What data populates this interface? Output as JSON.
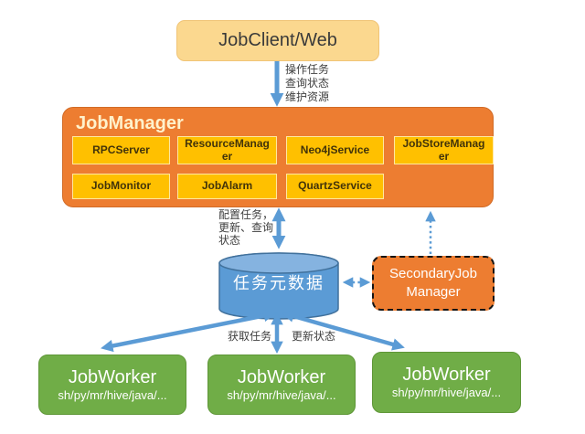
{
  "client": {
    "label": "JobClient/Web"
  },
  "manager": {
    "title": "JobManager",
    "services_row1": [
      "RPCServer",
      "ResourceManag\ner",
      "Neo4jService",
      "JobStoreManag\ner"
    ],
    "services_row2": [
      "JobMonitor",
      "JobAlarm",
      "QuartzService"
    ]
  },
  "database": {
    "label": "任务元数据"
  },
  "secondary_manager": {
    "label": "SecondaryJob Manager"
  },
  "workers": [
    {
      "title": "JobWorker",
      "subtitle": "sh/py/mr/hive/java/..."
    },
    {
      "title": "JobWorker",
      "subtitle": "sh/py/mr/hive/java/..."
    },
    {
      "title": "JobWorker",
      "subtitle": "sh/py/mr/hive/java/..."
    }
  ],
  "edges": {
    "client_to_manager": "操作任务\n查询状态\n维护资源",
    "manager_to_db": "配置任务，\n更新、查询\n状态",
    "fetch_task": "获取任务",
    "update_status": "更新状态"
  },
  "colors": {
    "orange": "#ED7D31",
    "yellow": "#FFC000",
    "peach": "#FBD88F",
    "blue": "#5B9BD5",
    "blue_dark": "#41719C",
    "green": "#70AD47"
  }
}
